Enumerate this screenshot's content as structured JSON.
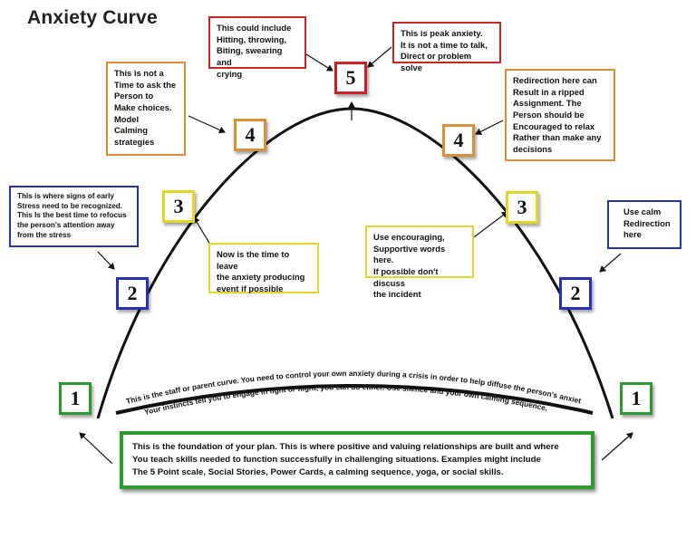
{
  "title": "Anxiety Curve",
  "colors": {
    "green": "#2e9a2e",
    "blue": "#2632b5",
    "yellow": "#e2d62a",
    "orange": "#d9903a",
    "red": "#c92323"
  },
  "levels": {
    "n1": "1",
    "n2": "2",
    "n3": "3",
    "n4": "4",
    "n5": "5"
  },
  "notes": {
    "peak": "This is peak anxiety.\nIt is not a time to talk,\nDirect or problem solve",
    "hitting": "This could include\nHitting, throwing,\nBiting, swearing and\ncrying",
    "choices": "This is not a\nTime to ask the\nPerson to\nMake choices.\nModel\nCalming\nstrategies",
    "redirection": "Redirection here can\nResult in a ripped\nAssignment. The\nPerson should be\nEncouraged to relax\nRather than make any\ndecisions",
    "early_signs": "This is where signs of early\nStress need to be recognized.\nThis Is the best time to refocus\nthe person's attention away\nfrom the stress",
    "leave": "Now is the time to leave\nthe anxiety producing\nevent if possible",
    "encouraging": "Use encouraging,\nSupportive words here.\nIf possible don't discuss\nthe incident",
    "calm_redirect": "Use calm\nRedirection\nhere",
    "foundation": "This is the foundation of your plan. This is where positive and valuing relationships are built and where\nYou teach skills needed to function successfully in challenging situations. Examples might include\nThe 5 Point scale, Social Stories, Power Cards, a calming sequence, yoga, or social skills."
  },
  "arc_text": {
    "line1": "This is the staff or parent curve. You need to control your own anxiety during a crisis in order to help diffuse the person's anxiety.",
    "line2": "Your instincts tell you to engage in fight or flight, you can do either. Use silence and your own calming sequence."
  }
}
